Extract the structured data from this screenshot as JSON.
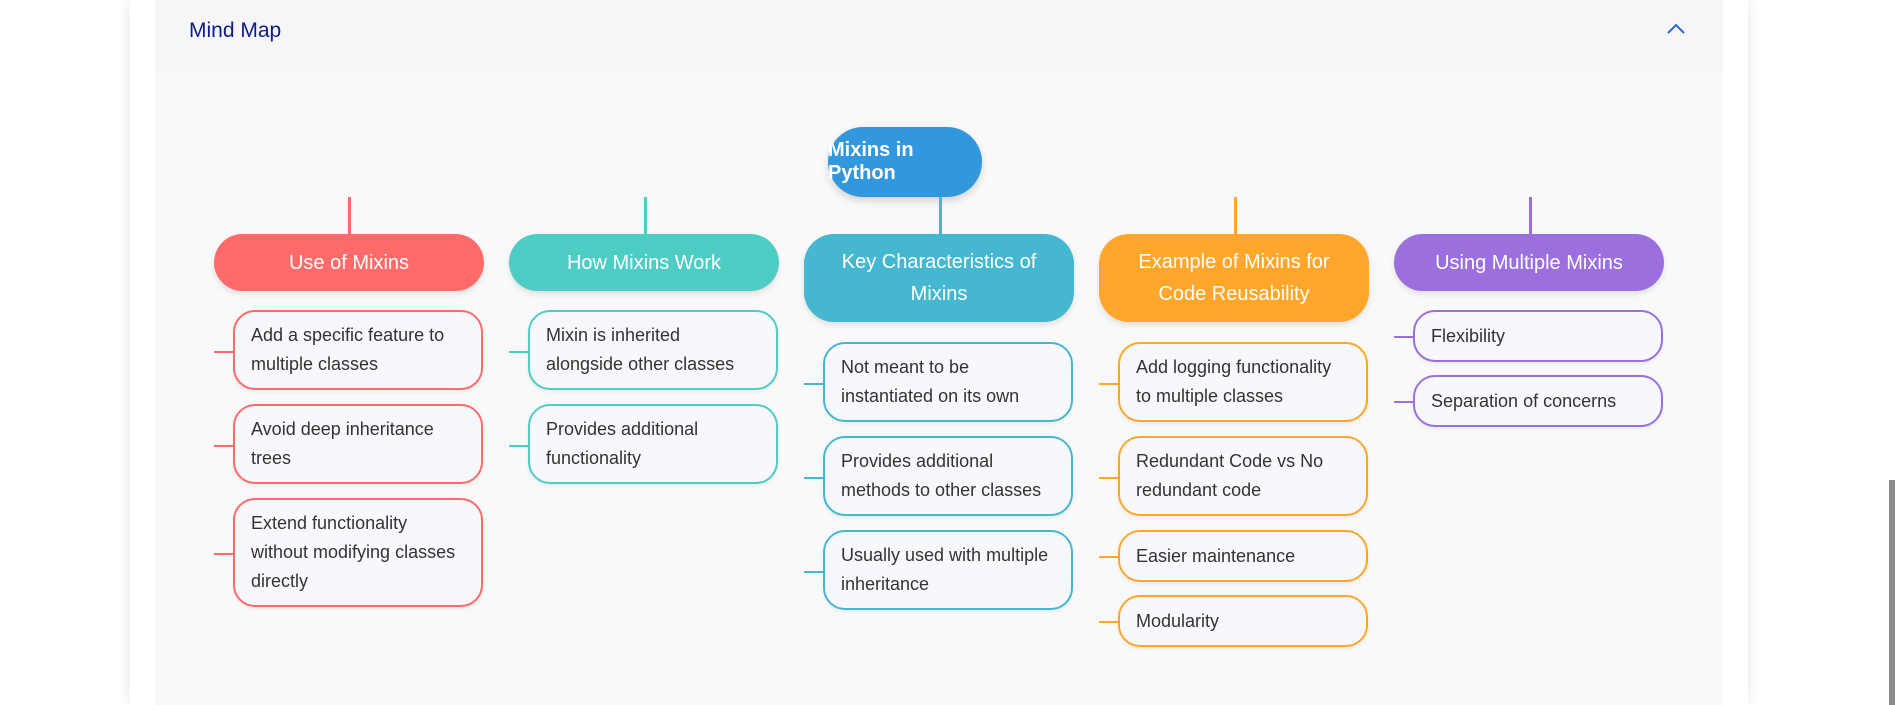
{
  "header": {
    "title": "Mind Map"
  },
  "colors": {
    "root": "#3397dd",
    "use": "#ff6b6b",
    "how": "#4ecdc4",
    "key": "#45b7d1",
    "example": "#ffa62b",
    "multiple": "#9b6fde"
  },
  "mindmap": {
    "root": "Mixins in Python",
    "branches": [
      {
        "title": "Use of Mixins",
        "items": [
          "Add a specific feature to multiple classes",
          "Avoid deep inheritance trees",
          "Extend functionality without modifying classes directly"
        ]
      },
      {
        "title": "How Mixins Work",
        "items": [
          "Mixin is inherited alongside other classes",
          "Provides additional functionality"
        ]
      },
      {
        "title": "Key Characteristics of Mixins",
        "items": [
          "Not meant to be instantiated on its own",
          "Provides additional methods to other classes",
          "Usually used with multiple inheritance"
        ]
      },
      {
        "title": "Example of Mixins for Code Reusability",
        "items": [
          "Add logging functionality to multiple classes",
          "Redundant Code vs No redundant code",
          "Easier maintenance",
          "Modularity"
        ]
      },
      {
        "title": "Using Multiple Mixins",
        "items": [
          "Flexibility",
          "Separation of concerns"
        ]
      }
    ]
  }
}
